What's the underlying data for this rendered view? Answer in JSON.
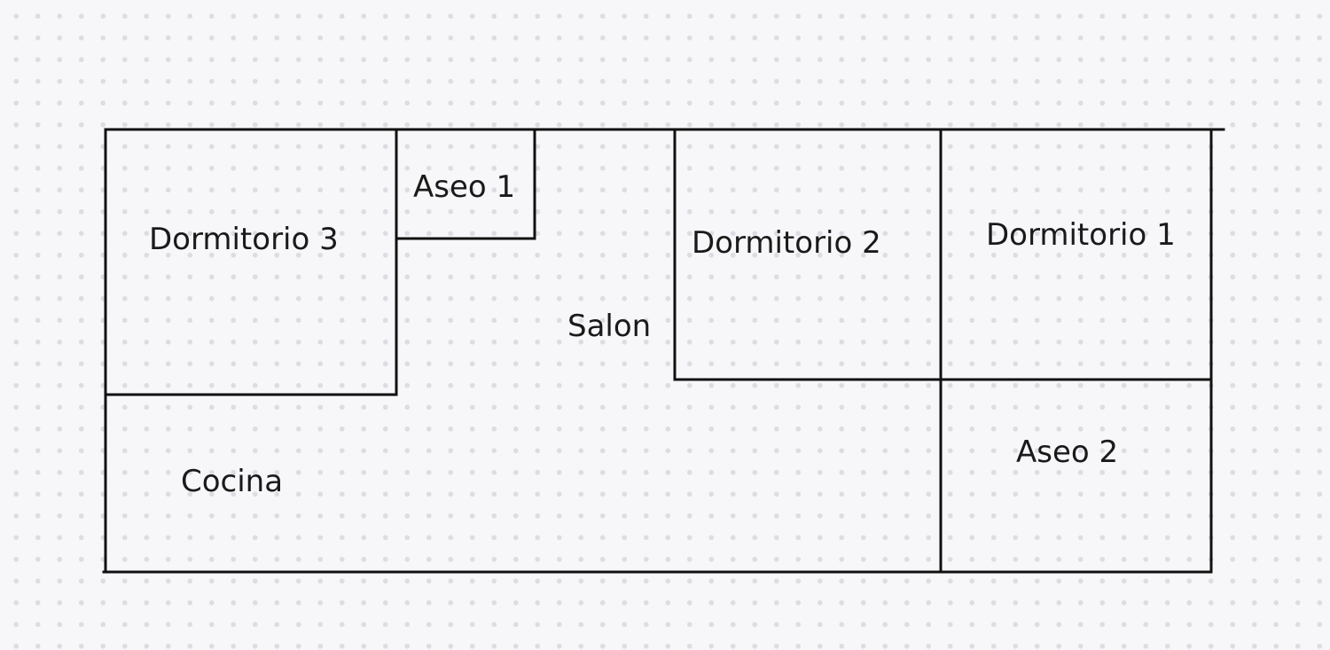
{
  "floorplan": {
    "colors": {
      "wall": "#111111",
      "label": "#1a1a1a",
      "background": "#f7f7f9",
      "grid_dot": "#dcdce3"
    },
    "rooms": {
      "dormitorio_3": "Dormitorio 3",
      "aseo_1": "Aseo 1",
      "salon": "Salon",
      "dormitorio_2": "Dormitorio 2",
      "dormitorio_1": "Dormitorio 1",
      "cocina": "Cocina",
      "aseo_2": "Aseo 2"
    }
  }
}
